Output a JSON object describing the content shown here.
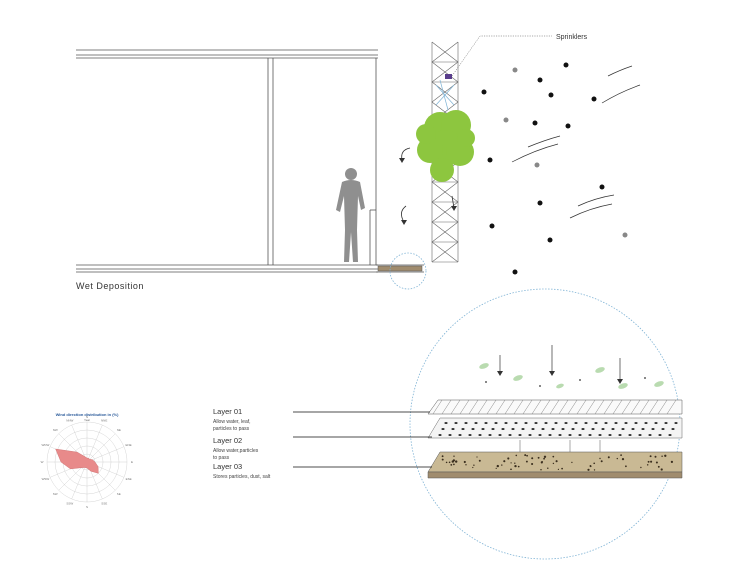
{
  "section_title": "Wet Deposition",
  "sprinklers_label": "Sprinklers",
  "layers": [
    {
      "title": "Layer 01",
      "desc": [
        "Allow water, leaf,",
        "particles to pass"
      ]
    },
    {
      "title": "Layer 02",
      "desc": [
        "Allow water,particles",
        "to pass"
      ]
    },
    {
      "title": "Layer 03",
      "desc": [
        "Stores particles, dust, salt"
      ]
    }
  ],
  "wind_rose": {
    "title": "Wind direction distribution in (%)",
    "subtitle": "Year",
    "directions": [
      "N",
      "NNE",
      "NE",
      "ENE",
      "E",
      "ESE",
      "SE",
      "SSE",
      "S",
      "SSW",
      "SW",
      "WSW",
      "W",
      "WNW",
      "NW",
      "NNW"
    ],
    "values": [
      2,
      2,
      2,
      3,
      4,
      6,
      8,
      5,
      3,
      3,
      4,
      9,
      13,
      17,
      7,
      3
    ],
    "color": "#e88a8a"
  },
  "colors": {
    "line": "#555555",
    "plant": "#8dc63f",
    "dashed_circle": "#7fb3d5",
    "soil": "#8b7a60",
    "accent_purple": "#5a3e8c"
  }
}
